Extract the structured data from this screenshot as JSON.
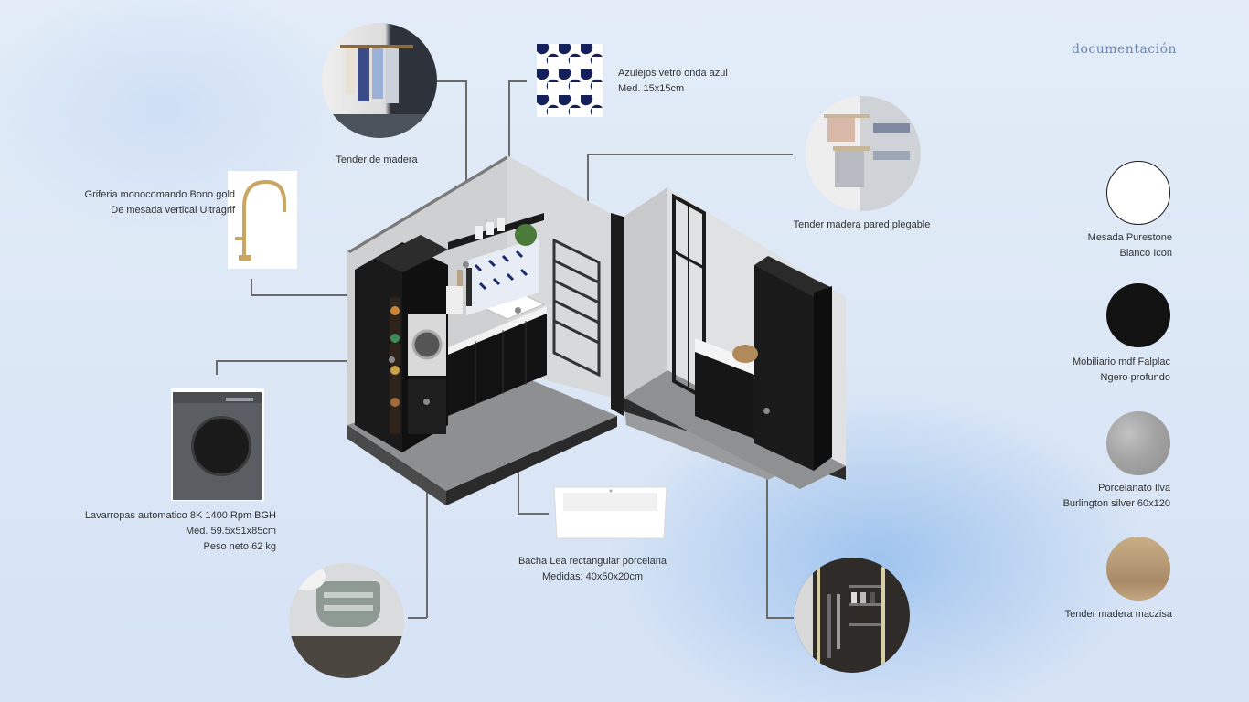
{
  "header": {
    "title": "documentación"
  },
  "captions": {
    "tender_madera": "Tender de madera",
    "azulejos": [
      "Azulejos vetro onda azul",
      "Med. 15x15cm"
    ],
    "griferia": [
      "Griferia monocomando Bono gold",
      "De mesada vertical Ultragrif"
    ],
    "tender_plegable": "Tender madera pared plegable",
    "lavarropas": [
      "Lavarropas automatico 8K 1400 Rpm  BGH",
      "Med. 59.5x51x85cm",
      "Peso neto 62 kg"
    ],
    "bacha": [
      "Bacha Lea rectangular porcelana",
      "Medidas: 40x50x20cm"
    ]
  },
  "materials": [
    {
      "lines": [
        "Mesada Purestone",
        "Blanco Icon"
      ],
      "color": "#ffffff"
    },
    {
      "lines": [
        "Mobiliario mdf Falplac",
        "Ngero profundo"
      ],
      "color": "#121212"
    },
    {
      "lines": [
        "Porcelanato Ilva",
        "Burlington silver 60x120"
      ],
      "color": "#a8a8a8"
    },
    {
      "lines": [
        "Tender madera maczisa"
      ],
      "color": "#b89b78"
    }
  ]
}
